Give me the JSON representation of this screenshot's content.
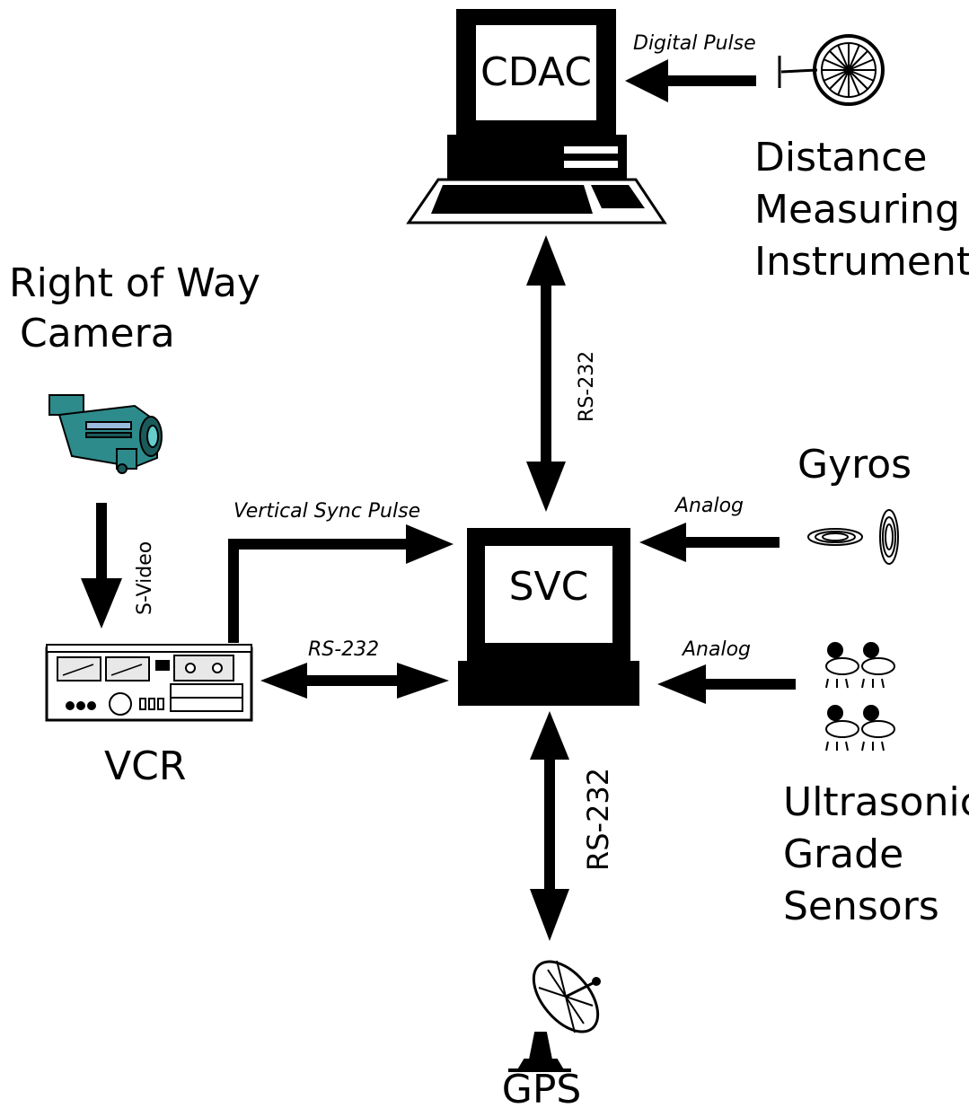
{
  "nodes": {
    "cdac": "CDAC",
    "svc": "SVC",
    "vcr": "VCR",
    "gps": "GPS",
    "camera": [
      "Right of Way",
      "Camera"
    ],
    "dmi": [
      "Distance",
      "Measuring",
      "Instrument"
    ],
    "gyros": "Gyros",
    "ultrasonic": [
      "Ultrasonic",
      "Grade",
      "Sensors"
    ]
  },
  "links": {
    "dmi_to_cdac": "Digital Pulse",
    "cdac_svc": "RS-232",
    "camera_vcr": "S-Video",
    "vcr_sync": "Vertical Sync Pulse",
    "vcr_svc": "RS-232",
    "gyros_svc": "Analog",
    "ultrasonic_svc": "Analog",
    "svc_gps": "RS-232"
  },
  "colors": {
    "ink": "#000000",
    "camera_body": "#2e8b8b",
    "camera_dark": "#1b5a5a",
    "vcr_meter": "#e8e8e8"
  }
}
